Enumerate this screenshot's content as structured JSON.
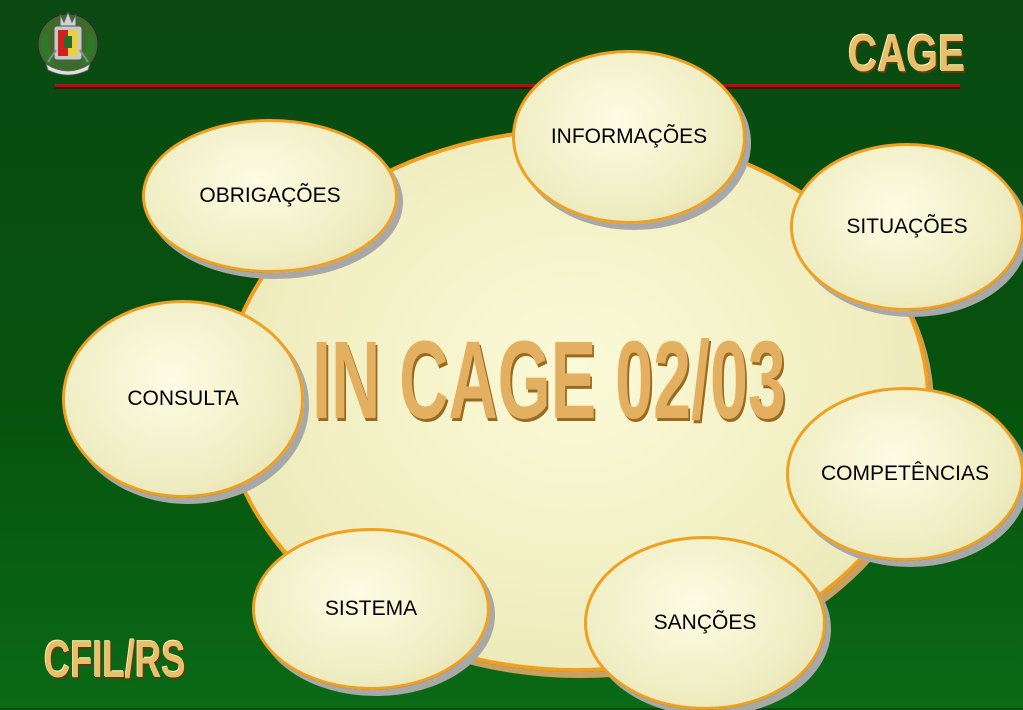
{
  "header": {
    "title": "CAGE"
  },
  "footer": {
    "label": "CFIL/RS"
  },
  "center": {
    "title": "IN CAGE 02/03"
  },
  "bubbles": {
    "informacoes": "INFORMAÇÕES",
    "obrigacoes": "OBRIGAÇÕES",
    "situacoes": "SITUAÇÕES",
    "consulta": "CONSULTA",
    "competencias": "COMPETÊNCIAS",
    "sistema": "SISTEMA",
    "sancoes": "SANÇÕES"
  },
  "colors": {
    "background": "#06520e",
    "accent_gold": "#e8c06a",
    "ellipse_border": "#f0a020",
    "rule": "#b01010"
  },
  "icons": {
    "crest": "coat-of-arms-icon"
  }
}
